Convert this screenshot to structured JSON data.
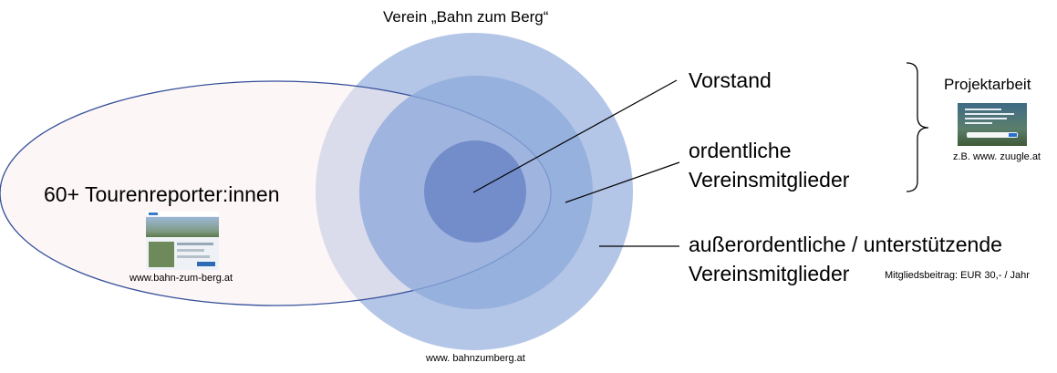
{
  "title": "Verein „Bahn zum Berg“",
  "labels": {
    "vorstand": "Vorstand",
    "ordentliche_line1": "ordentliche",
    "ordentliche_line2": "Vereinsmitglieder",
    "ausser_line1": "außerordentliche / unterstützende",
    "ausser_line2": "Vereinsmitglieder",
    "mitgliedsbeitrag": "Mitgliedsbeitrag: EUR 30,- / Jahr",
    "tourenreporter": "60+ Tourenreporter:innen",
    "bahn_url": "www.bahn-zum-berg.at",
    "bahnzumberg_url": "www. bahnzumberg.at",
    "projektarbeit": "Projektarbeit",
    "zuugle_url": "z.B. www. zuugle.at"
  },
  "colors": {
    "ellipse_fill": "#fbeeee",
    "ellipse_stroke": "#34509a",
    "outer_circle": "#b4c6e7",
    "middle_circle": "#8eaadb",
    "inner_circle": "#6d88c8",
    "line": "#000000"
  },
  "thumbnails": {
    "bahn": "bahn-zum-berg-website-screenshot",
    "zuugle": "zuugle-website-screenshot"
  }
}
